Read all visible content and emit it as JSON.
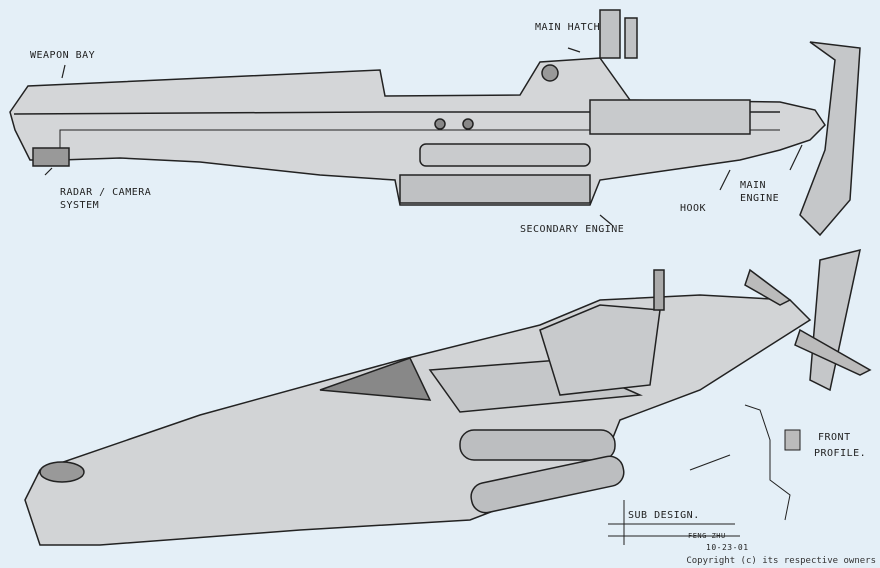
{
  "labels": {
    "weapon_bay": "Weapon Bay",
    "main_hatch": "Main Hatch",
    "radar_camera": "Radar / Camera",
    "system": "System",
    "secondary_engine": "Secondary Engine",
    "hook": "Hook",
    "main": "Main",
    "engine": "Engine",
    "front": "Front",
    "profile": "Profile.",
    "sub_design": "Sub Design.",
    "signature": "Feng Zhu",
    "date": "10-23-01"
  },
  "copyright": "Copyright (c) its respective owners"
}
